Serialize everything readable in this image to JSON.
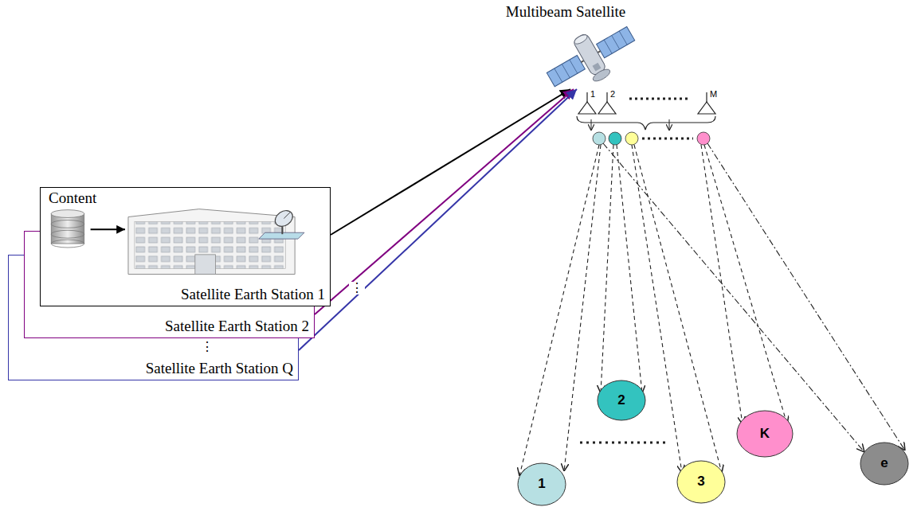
{
  "diagram": {
    "nodes": [
      {
        "text": [
          "Multibeam Satellite"
        ]
      },
      {
        "text": [
          "Content",
          "Satellite Earth Station 1"
        ]
      },
      {
        "text": [
          "Satellite Earth Station 2"
        ]
      },
      {
        "text": [
          "Satellite Earth Station Q"
        ]
      },
      {
        "text": [
          "1"
        ]
      },
      {
        "text": [
          "2"
        ]
      },
      {
        "text": [
          "3"
        ]
      },
      {
        "text": [
          "K"
        ]
      },
      {
        "text": [
          "e"
        ]
      }
    ],
    "edges": [
      {
        "from": 1,
        "to": 0,
        "arrow": "to"
      },
      {
        "from": 2,
        "to": 0,
        "arrow": "to"
      },
      {
        "from": 3,
        "to": 0,
        "arrow": "to"
      }
    ],
    "labels": [
      "1",
      "2",
      "M",
      "⋮",
      "⋮"
    ]
  }
}
